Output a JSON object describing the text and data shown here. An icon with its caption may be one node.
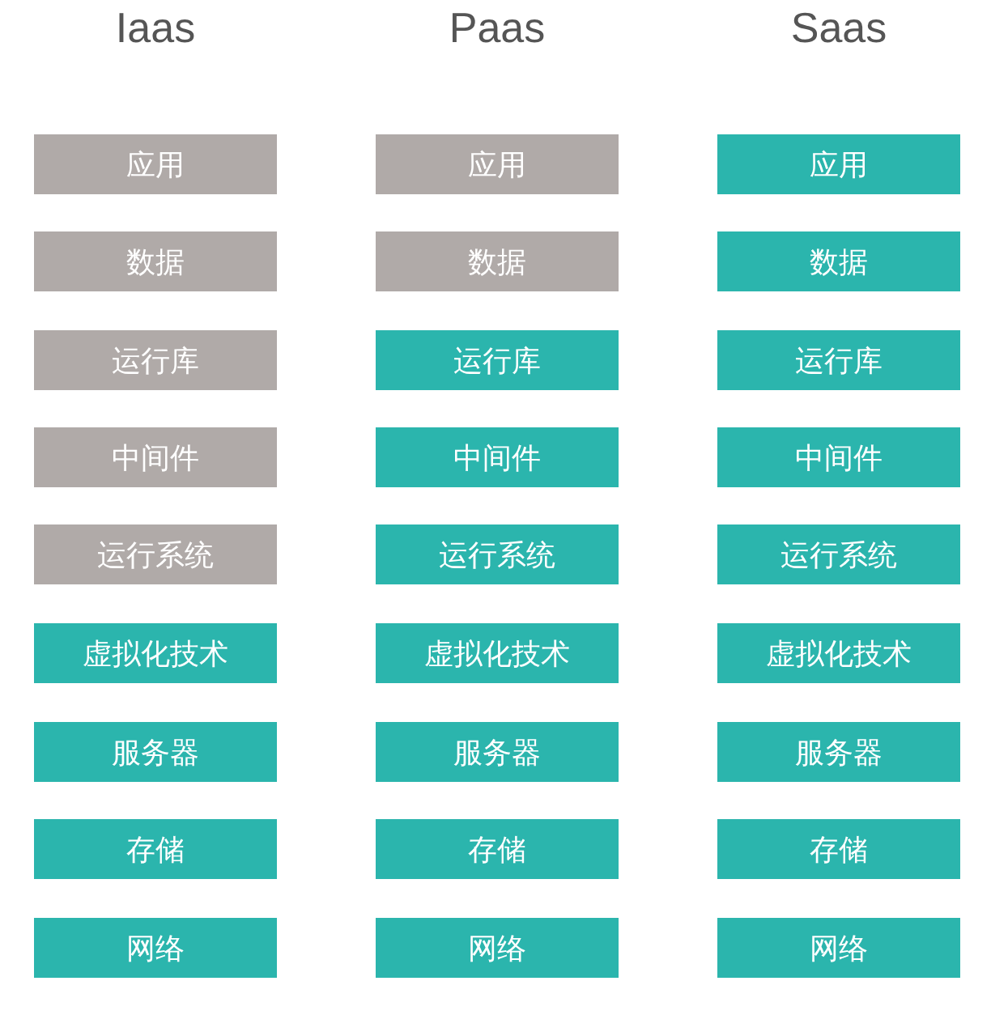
{
  "diagram": {
    "labels": [
      "Iaas",
      "Paas",
      "Saas"
    ],
    "nodes": [
      {
        "text": [
          "应用"
        ]
      },
      {
        "text": [
          "数据"
        ]
      },
      {
        "text": [
          "运行库"
        ]
      },
      {
        "text": [
          "中间件"
        ]
      },
      {
        "text": [
          "运行系统"
        ]
      },
      {
        "text": [
          "虚拟化技术"
        ]
      },
      {
        "text": [
          "服务器"
        ]
      },
      {
        "text": [
          "存储"
        ]
      },
      {
        "text": [
          "网络"
        ]
      },
      {
        "text": [
          "应用"
        ]
      },
      {
        "text": [
          "数据"
        ]
      },
      {
        "text": [
          "运行库"
        ]
      },
      {
        "text": [
          "中间件"
        ]
      },
      {
        "text": [
          "运行系统"
        ]
      },
      {
        "text": [
          "虚拟化技术"
        ]
      },
      {
        "text": [
          "服务器"
        ]
      },
      {
        "text": [
          "存储"
        ]
      },
      {
        "text": [
          "网络"
        ]
      },
      {
        "text": [
          "应用"
        ]
      },
      {
        "text": [
          "数据"
        ]
      },
      {
        "text": [
          "运行库"
        ]
      },
      {
        "text": [
          "中间件"
        ]
      },
      {
        "text": [
          "运行系统"
        ]
      },
      {
        "text": [
          "虚拟化技术"
        ]
      },
      {
        "text": [
          "服务器"
        ]
      },
      {
        "text": [
          "存储"
        ]
      },
      {
        "text": [
          "网络"
        ]
      }
    ]
  }
}
